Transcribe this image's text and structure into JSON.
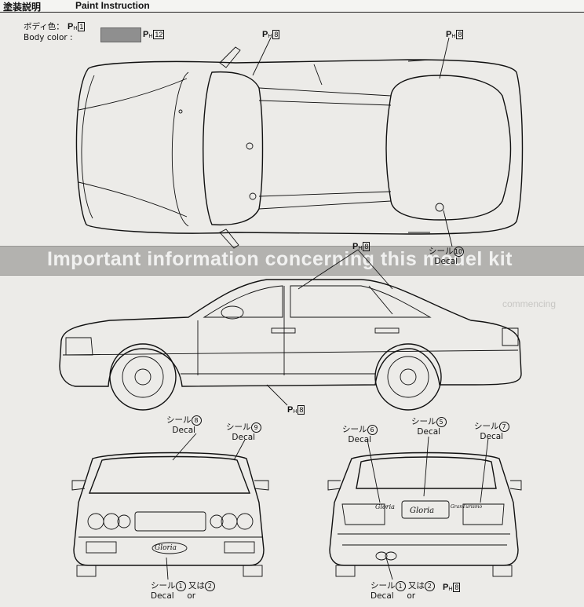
{
  "header": {
    "title_jp": "塗装説明",
    "title_en": "Paint Instruction"
  },
  "body_color": {
    "label_jp": "ボディ色：",
    "label_jp_code": "1",
    "label_en": "Body color :",
    "code": "12",
    "swatch_color": "#8f8f8f"
  },
  "paint_prefix": "P",
  "paint_sub": "H",
  "paint_codes": {
    "top_roof": "8",
    "top_rear": "8",
    "side_upper": "8",
    "side_lower": "8",
    "rear_bottom": "8"
  },
  "decals": {
    "label_jp": "シール",
    "label_en": "Decal",
    "or_jp": "又は",
    "or_en": "or",
    "top_view": "10",
    "front_upper": "8",
    "front_side": "9",
    "rear_left": "6",
    "rear_center": "5",
    "rear_right": "7",
    "front_bottom_a": "1",
    "front_bottom_b": "2",
    "rear_bottom_a": "1",
    "rear_bottom_b": "2"
  },
  "background_band": {
    "text": "Important information concerning this model kit"
  },
  "badges": {
    "front_grille": "Gloria",
    "rear_left": "Gloria",
    "rear_center": "Gloria",
    "rear_right": "GranTurismo"
  }
}
